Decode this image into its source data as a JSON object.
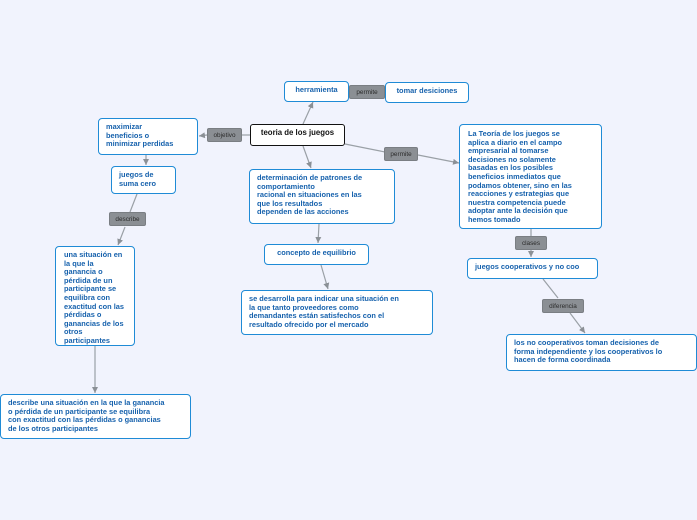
{
  "colors": {
    "background": "#f1f3fd",
    "node_border": "#1f8bd6",
    "node_text": "#1762ad",
    "link_label_bg": "#8b8f94",
    "connector": "#9aa0a6"
  },
  "map": {
    "root": "teoria de los juegos",
    "nodes": {
      "herramienta": "herramienta",
      "tomar_decisiones": "tomar desiciones",
      "maximizar": "maximizar\nbeneficios o\nminimizar perdidas",
      "juegos_suma_cero": "juegos de\nsuma cero",
      "determinacion": "determinación de patrones de\ncomportamiento\nracional en situaciones en las\nque los resultados\ndependen de las acciones",
      "concepto_equilibrio": "concepto de equilibrio",
      "desarrolla": "se desarrolla para indicar una situación en\nla que tanto proveedores como\ndemandantes están satisfechos con el\nresultado ofrecido por el mercado",
      "situacion": "una situación en\nla que la\nganancia o\npérdida de un\nparticipante se\nequilibra con\nexactitud con las\npérdidas o\nganancias de los\notros\nparticipantes",
      "describe_situacion": "describe una situación en la que la ganancia\no pérdida de un participante se equilibra\ncon exactitud con las pérdidas o ganancias\nde los otros participantes",
      "teoria_aplica": "La Teoría de los juegos se\naplica a diario en el campo\nempresarial al tomarse\ndecisiones no solamente\nbasadas en los posibles\nbeneficios inmediatos que\npodamos obtener, sino en las\nreacciones y estrategias que\nnuestra competencia puede\nadoptar ante la decisión que\nhemos tomado",
      "cooperativos": "juegos cooperativos y no coo",
      "no_cooperativos": "los no cooperativos toman decisiones de\nforma independiente y los cooperativos lo\nhacen de forma coordinada"
    },
    "link_labels": {
      "permite_herramienta": "permite",
      "objetivo": "objetivo",
      "permite_teoria": "permite",
      "describe": "describe",
      "clases": "clases",
      "diferencia": "diferencia"
    }
  }
}
